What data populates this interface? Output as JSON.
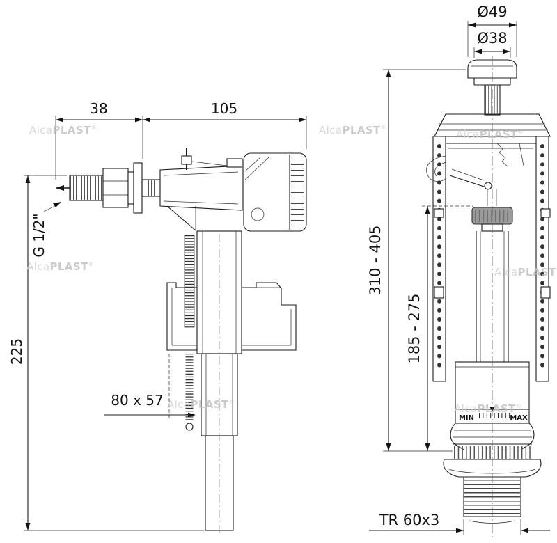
{
  "watermark": {
    "brand_light": "Alca",
    "brand_bold": "PLAST",
    "registered": "®"
  },
  "left_view": {
    "name": "side-inlet fill valve",
    "dims": {
      "top_left": "38",
      "top_right": "105",
      "thread": "G 1/2\"",
      "height": "225",
      "float_cup": "80 x 57"
    }
  },
  "right_view": {
    "name": "flush valve",
    "dims": {
      "button_outer": "Ø49",
      "button_inner": "Ø38",
      "height_range": "310 - 405",
      "inner_range": "185 - 275",
      "bottom_thread": "TR 60x3"
    },
    "labels": {
      "min": "MIN",
      "max": "MAX"
    }
  }
}
